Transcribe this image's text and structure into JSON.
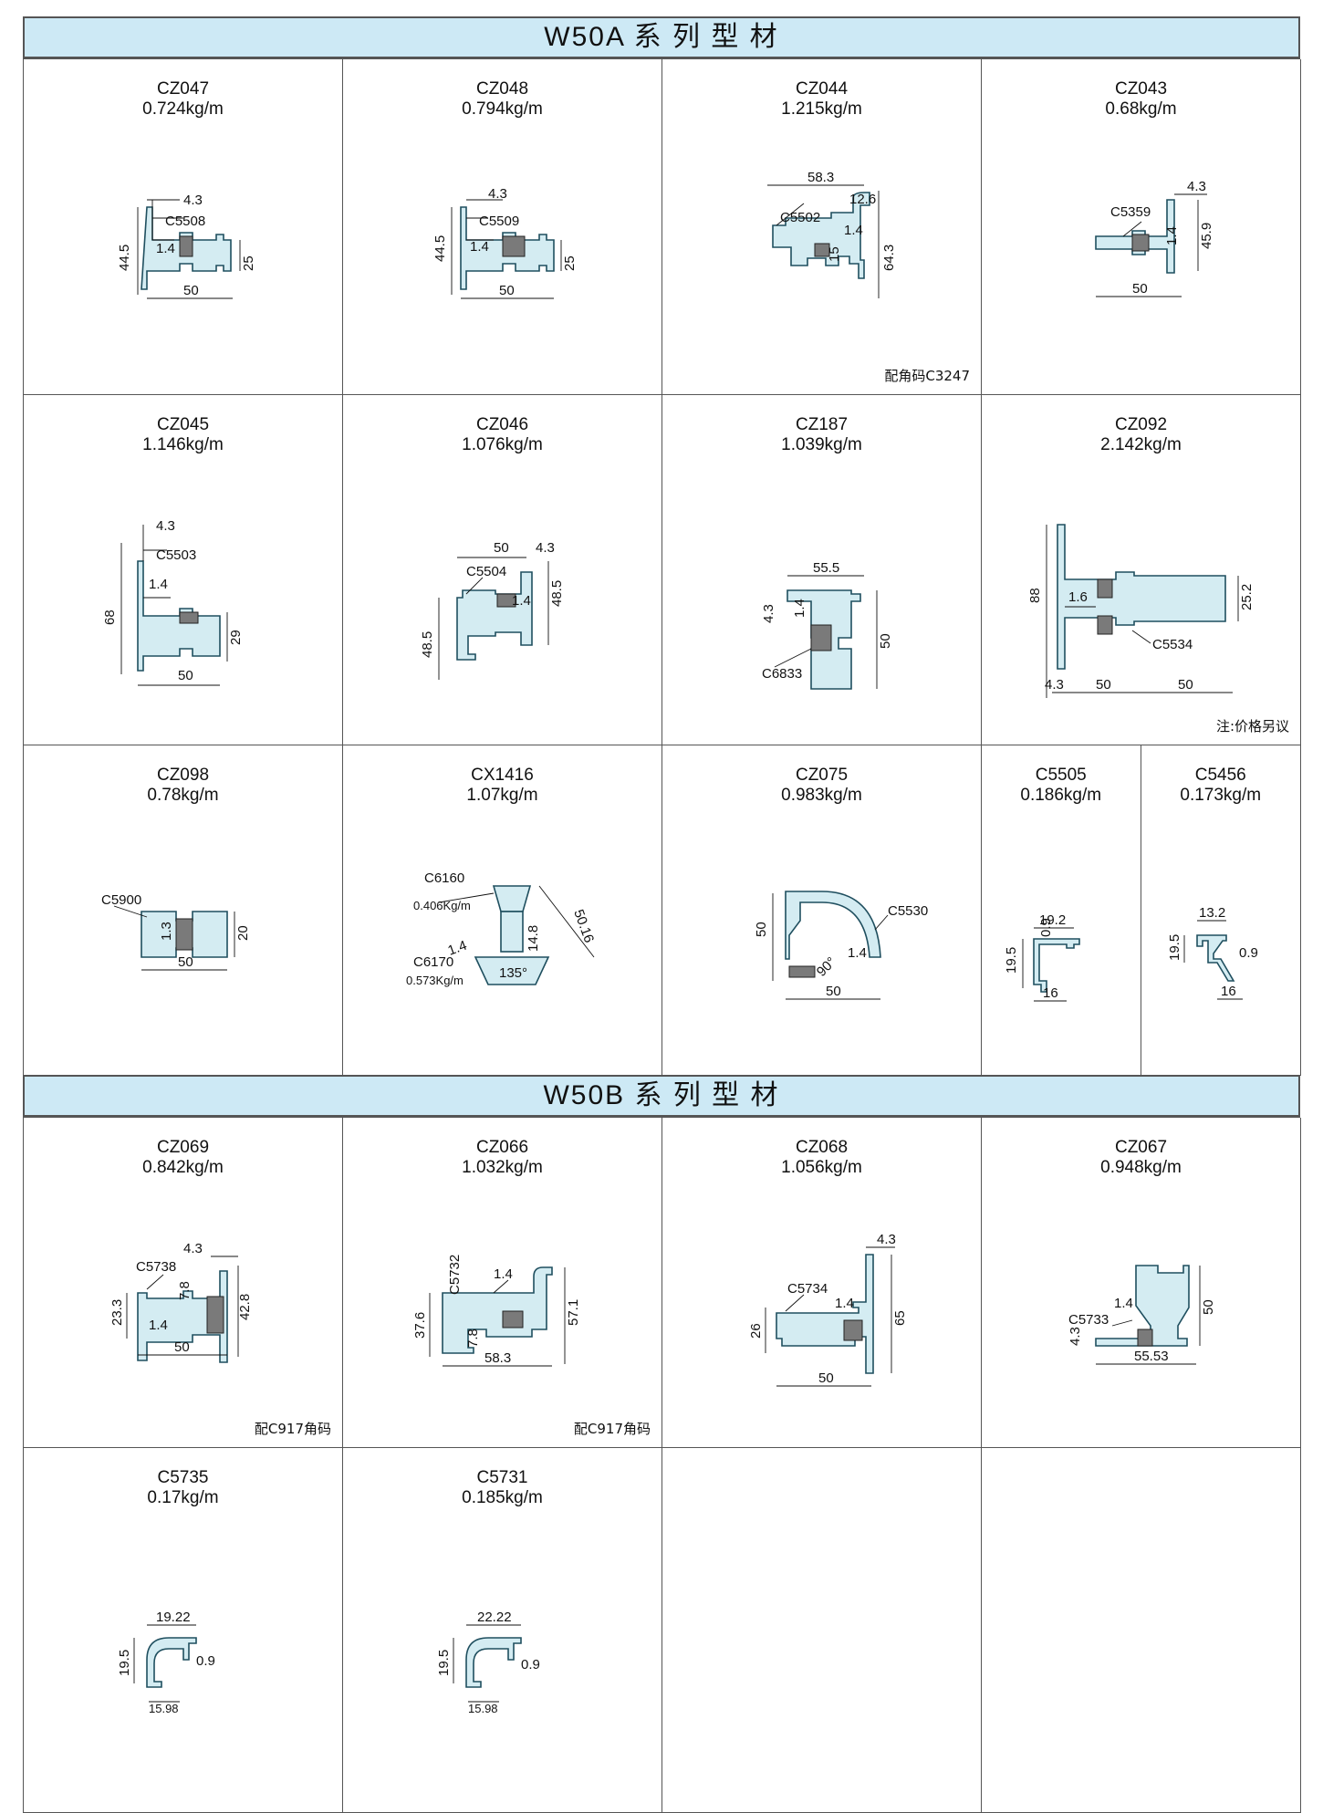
{
  "sections": [
    {
      "title": "W50A 系 列 型 材",
      "rows": [
        [
          {
            "code": "CZ047",
            "weight": "0.724kg/m",
            "dims": [
              "4.3",
              "C5508",
              "1.4",
              "44.5",
              "25",
              "50"
            ],
            "note": ""
          },
          {
            "code": "CZ048",
            "weight": "0.794kg/m",
            "dims": [
              "4.3",
              "C5509",
              "1.4",
              "44.5",
              "25",
              "50"
            ],
            "note": ""
          },
          {
            "code": "CZ044",
            "weight": "1.215kg/m",
            "dims": [
              "58.3",
              "12.6",
              "C5502",
              "1.4",
              "15",
              "64.3"
            ],
            "note": "配角码C3247"
          },
          {
            "code": "CZ043",
            "weight": "0.68kg/m",
            "dims": [
              "4.3",
              "C5359",
              "1.4",
              "45.9",
              "50"
            ],
            "note": ""
          }
        ],
        [
          {
            "code": "CZ045",
            "weight": "1.146kg/m",
            "dims": [
              "4.3",
              "C5503",
              "1.4",
              "68",
              "29",
              "50"
            ],
            "note": ""
          },
          {
            "code": "CZ046",
            "weight": "1.076kg/m",
            "dims": [
              "50",
              "4.3",
              "C5504",
              "1.4",
              "48.5",
              "48.5"
            ],
            "note": ""
          },
          {
            "code": "CZ187",
            "weight": "1.039kg/m",
            "dims": [
              "55.5",
              "4.3",
              "1.4",
              "50",
              "C6833"
            ],
            "note": ""
          },
          {
            "code": "CZ092",
            "weight": "2.142kg/m",
            "dims": [
              "88",
              "1.6",
              "25.2",
              "C5534",
              "4.3",
              "50",
              "50"
            ],
            "note": "注:价格另议"
          }
        ],
        [
          {
            "code": "CZ098",
            "weight": "0.78kg/m",
            "dims": [
              "C5900",
              "1.3",
              "20",
              "50"
            ],
            "note": ""
          },
          {
            "code": "CX1416",
            "weight": "1.07kg/m",
            "dims": [
              "C6160",
              "0.406Kg/m",
              "50.16",
              "14.8",
              "1.4",
              "C6170",
              "0.573Kg/m",
              "135°"
            ],
            "note": ""
          },
          {
            "code": "CZ075",
            "weight": "0.983kg/m",
            "dims": [
              "50",
              "C5530",
              "1.4",
              "90°",
              "50"
            ],
            "note": ""
          },
          {
            "split": [
              {
                "code": "C5505",
                "weight": "0.186kg/m",
                "dims": [
                  "19.2",
                  "0.9",
                  "19.5",
                  "16"
                ]
              },
              {
                "code": "C5456",
                "weight": "0.173kg/m",
                "dims": [
                  "13.2",
                  "19.5",
                  "0.9",
                  "16"
                ]
              }
            ]
          }
        ]
      ]
    },
    {
      "title": "W50B 系 列 型 材",
      "rows": [
        [
          {
            "code": "CZ069",
            "weight": "0.842kg/m",
            "dims": [
              "4.3",
              "C5738",
              "7.8",
              "23.3",
              "1.4",
              "42.8",
              "50"
            ],
            "note": "配C917角码"
          },
          {
            "code": "CZ066",
            "weight": "1.032kg/m",
            "dims": [
              "C5732",
              "1.4",
              "37.6",
              "7.8",
              "57.1",
              "58.3"
            ],
            "note": "配C917角码"
          },
          {
            "code": "CZ068",
            "weight": "1.056kg/m",
            "dims": [
              "4.3",
              "C5734",
              "1.4",
              "26",
              "65",
              "50"
            ],
            "note": ""
          },
          {
            "code": "CZ067",
            "weight": "0.948kg/m",
            "dims": [
              "1.4",
              "C5733",
              "50",
              "4.3",
              "55.53"
            ],
            "note": ""
          }
        ],
        [
          {
            "code": "C5735",
            "weight": "0.17kg/m",
            "dims": [
              "19.22",
              "19.5",
              "0.9",
              "15.98"
            ],
            "note": ""
          },
          {
            "code": "C5731",
            "weight": "0.185kg/m",
            "dims": [
              "22.22",
              "19.5",
              "0.9",
              "15.98"
            ],
            "note": ""
          },
          {
            "empty": true
          },
          {
            "empty": true
          }
        ]
      ]
    }
  ]
}
